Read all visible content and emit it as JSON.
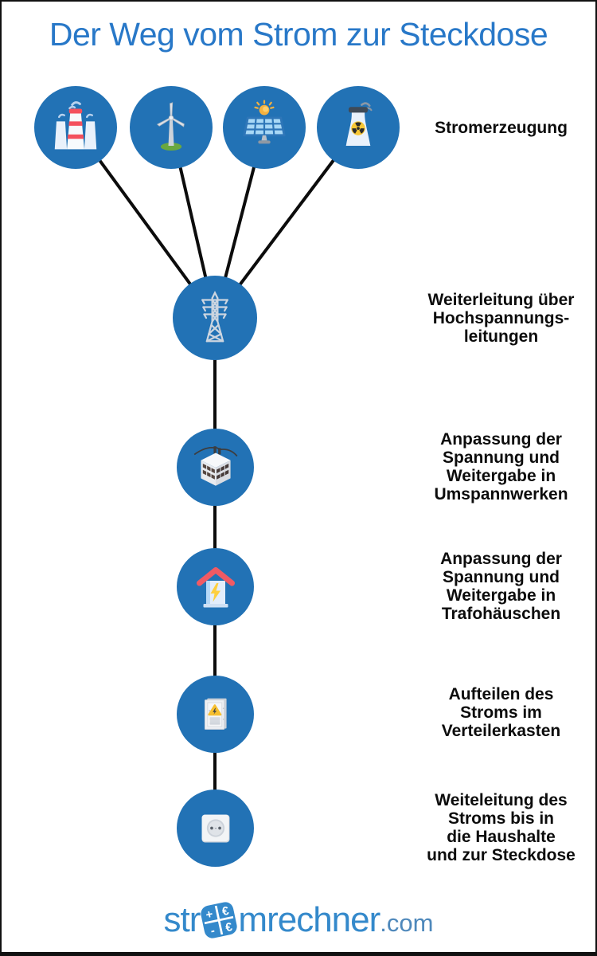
{
  "page": {
    "title": "Der Weg vom Strom zur Steckdose"
  },
  "generation": {
    "label": "Stromerzeugung",
    "sources": [
      {
        "icon": "fossil-power-plant-icon"
      },
      {
        "icon": "wind-turbine-icon"
      },
      {
        "icon": "solar-panel-icon"
      },
      {
        "icon": "nuclear-power-plant-icon"
      }
    ]
  },
  "steps": [
    {
      "icon": "transmission-tower-icon",
      "lines": [
        "Weiterleitung über",
        "Hochspannungs-",
        "leitungen"
      ]
    },
    {
      "icon": "substation-icon",
      "lines": [
        "Anpassung der",
        "Spannung und",
        "Weitergabe in",
        "Umspannwerken"
      ]
    },
    {
      "icon": "transformer-house-icon",
      "lines": [
        "Anpassung der",
        "Spannung und",
        "Weitergabe in",
        "Trafohäuschen"
      ]
    },
    {
      "icon": "distribution-box-icon",
      "lines": [
        "Aufteilen des",
        "Stroms im",
        "Verteilerkasten"
      ]
    },
    {
      "icon": "power-socket-icon",
      "lines": [
        "Weiteleitung des",
        "Stroms bis in",
        "die Haushalte",
        "und zur Steckdose"
      ]
    }
  ],
  "footer": {
    "logo_prefix": "str",
    "logo_suffix": "mrechner",
    "logo_tld": ".com",
    "calculator_symbols": [
      "+",
      "€",
      "-",
      "€"
    ]
  },
  "colors": {
    "title_blue": "#2878c8",
    "circle_blue": "#2272b5",
    "logo_blue": "#3489cb",
    "connector_black": "#0c0c0c"
  }
}
